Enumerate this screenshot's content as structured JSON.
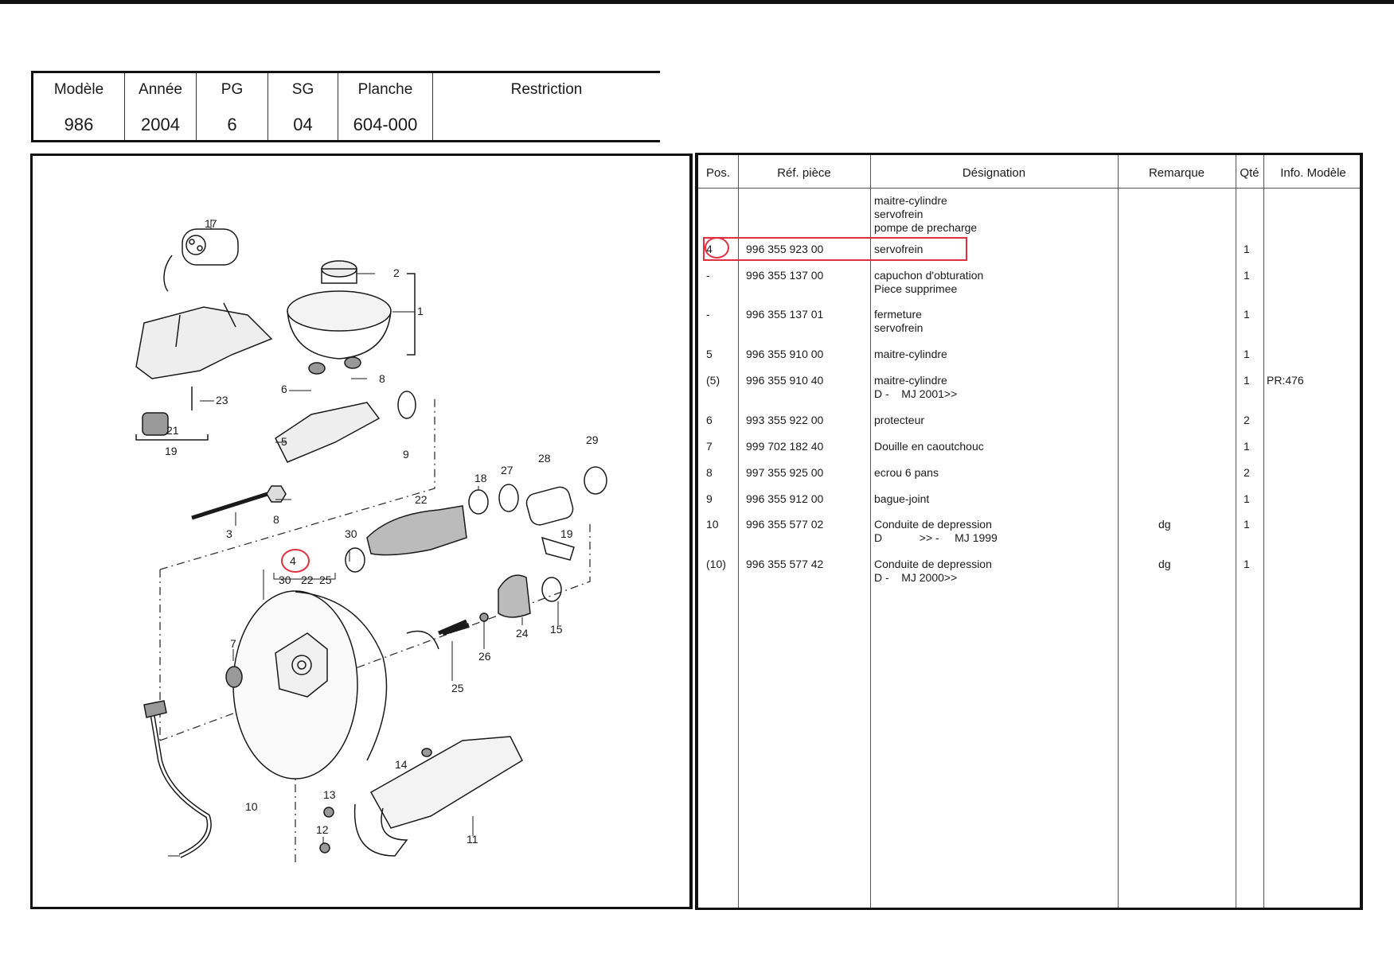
{
  "header": {
    "columns": [
      {
        "label": "Modèle",
        "value": "986"
      },
      {
        "label": "Année",
        "value": "2004"
      },
      {
        "label": "PG",
        "value": "6"
      },
      {
        "label": "SG",
        "value": "04"
      },
      {
        "label": "Planche",
        "value": "604-000"
      },
      {
        "label": "Restriction",
        "value": ""
      }
    ]
  },
  "table": {
    "headers": {
      "pos": "Pos.",
      "ref": "Réf. pièce",
      "designation": "Désignation",
      "remarque": "Remarque",
      "qte": "Qté",
      "info": "Info. Modèle"
    },
    "rows": [
      {
        "pos": "",
        "ref": "",
        "designation": "maitre-cylindre\nservofrein\npompe de precharge",
        "remarque": "",
        "qte": "",
        "info": ""
      },
      {
        "pos": "4",
        "ref": "996 355 923 00",
        "designation": "servofrein",
        "remarque": "",
        "qte": "1",
        "info": "",
        "highlighted": true
      },
      {
        "pos": "-",
        "ref": "996 355 137 00",
        "designation": "capuchon d'obturation\nPiece supprimee",
        "remarque": "",
        "qte": "1",
        "info": ""
      },
      {
        "pos": "-",
        "ref": "996 355 137 01",
        "designation": "fermeture\nservofrein",
        "remarque": "",
        "qte": "1",
        "info": ""
      },
      {
        "pos": "5",
        "ref": "996 355 910 00",
        "designation": "maitre-cylindre",
        "remarque": "",
        "qte": "1",
        "info": ""
      },
      {
        "pos": "(5)",
        "ref": "996 355 910 40",
        "designation": "maitre-cylindre\nD -    MJ 2001>>",
        "remarque": "",
        "qte": "1",
        "info": "PR:476"
      },
      {
        "pos": "6",
        "ref": "993 355 922 00",
        "designation": "protecteur",
        "remarque": "",
        "qte": "2",
        "info": ""
      },
      {
        "pos": "7",
        "ref": "999 702 182 40",
        "designation": "Douille en caoutchouc",
        "remarque": "",
        "qte": "1",
        "info": ""
      },
      {
        "pos": "8",
        "ref": "997 355 925 00",
        "designation": "ecrou 6 pans",
        "remarque": "",
        "qte": "2",
        "info": ""
      },
      {
        "pos": "9",
        "ref": "996 355 912 00",
        "designation": "bague-joint",
        "remarque": "",
        "qte": "1",
        "info": ""
      },
      {
        "pos": "10",
        "ref": "996 355 577 02",
        "designation": "Conduite de depression\nD            >> -     MJ 1999",
        "remarque": "dg",
        "qte": "1",
        "info": ""
      },
      {
        "pos": "(10)",
        "ref": "996 355 577 42",
        "designation": "Conduite de depression\nD -    MJ 2000>>",
        "remarque": "dg",
        "qte": "1",
        "info": ""
      }
    ]
  },
  "diagram": {
    "callouts": [
      "17",
      "2",
      "1",
      "6",
      "8",
      "23",
      "21",
      "19",
      "5",
      "9",
      "3",
      "8",
      "29",
      "28",
      "27",
      "18",
      "22",
      "30",
      "19",
      "4",
      "30",
      "22",
      "25",
      "7",
      "15",
      "24",
      "25",
      "26",
      "14",
      "13",
      "10",
      "12",
      "11"
    ]
  },
  "colors": {
    "highlight": "#e03040",
    "ink": "#1a1a1a"
  }
}
